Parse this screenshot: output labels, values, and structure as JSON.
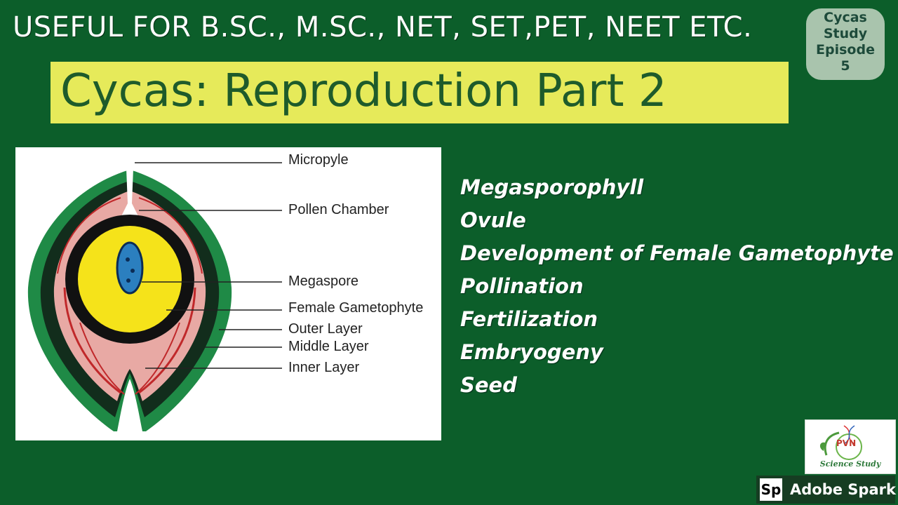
{
  "header": {
    "useful_for": "USEFUL FOR B.SC., M.SC., NET, SET,PET, NEET ETC.",
    "title": "Cycas: Reproduction Part 2"
  },
  "badge": {
    "line1": "Cycas",
    "line2": "Study",
    "line3": "Episode",
    "line4": "5"
  },
  "diagram": {
    "labels": {
      "micropyle": "Micropyle",
      "pollen_chamber": "Pollen Chamber",
      "megaspore": "Megaspore",
      "female_gametophyte": "Female Gametophyte",
      "outer_layer": "Outer Layer",
      "middle_layer": "Middle Layer",
      "inner_layer": "Inner Layer"
    }
  },
  "topics": [
    "Megasporophyll",
    "Ovule",
    "Development of Female Gametophyte",
    "Pollination",
    "Fertilization",
    "Embryogeny",
    "Seed"
  ],
  "logo": {
    "mark": "PVN",
    "caption": "Science Study"
  },
  "watermark": {
    "icon": "Sp",
    "label": "Adobe Spark"
  },
  "colors": {
    "background": "#0c5e2a",
    "title_highlight": "#e6ea5a",
    "title_text": "#1e5b2b",
    "badge": "#a9c4ad"
  }
}
